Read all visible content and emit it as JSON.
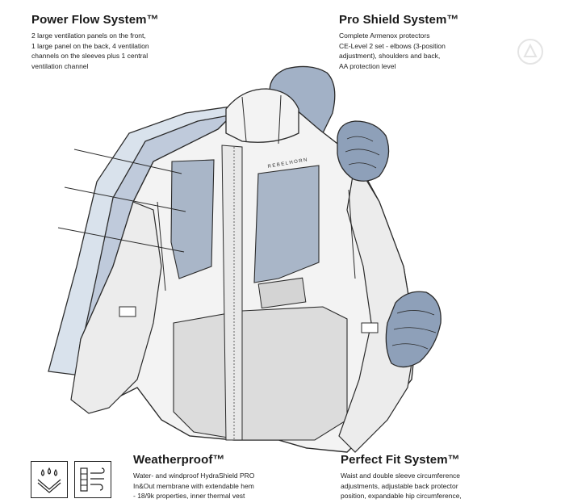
{
  "sections": {
    "power_flow": {
      "title": "Power Flow System™",
      "text": "2 large ventilation panels on the front,\n1 large panel on the back, 4 ventilation\nchannels on the sleeves plus 1 central\nventilation channel"
    },
    "pro_shield": {
      "title": "Pro Shield System™",
      "text": "Complete Armenox protectors\nCE-Level 2 set - elbows (3-position\nadjustment), shoulders and back,\nAA protection level"
    },
    "weatherproof": {
      "title": "Weatherproof™",
      "text": "Water- and windproof HydraShield PRO\nIn&Out membrane with extendable hem\n- 18/9k properties, inner thermal vest"
    },
    "perfect_fit": {
      "title": "Perfect Fit System™",
      "text": "Waist and double sleeve circumference\nadjustments, adjustable back protector\nposition, expandable hip circumference,"
    }
  },
  "illustration": {
    "chest_logo": "REBELHORN",
    "icons": [
      "waterproof-icon",
      "windproof-icon"
    ]
  },
  "colors": {
    "layer_light": "#d9e2ec",
    "layer_mid": "#bfcadb",
    "layer_dark": "#a2b1c6",
    "protector": "#8ea0b9",
    "mesh": "#a9b6c8",
    "outline": "#2b2b2b",
    "jacket": "#f3f3f3",
    "lower_panel": "#dcdcdc"
  }
}
